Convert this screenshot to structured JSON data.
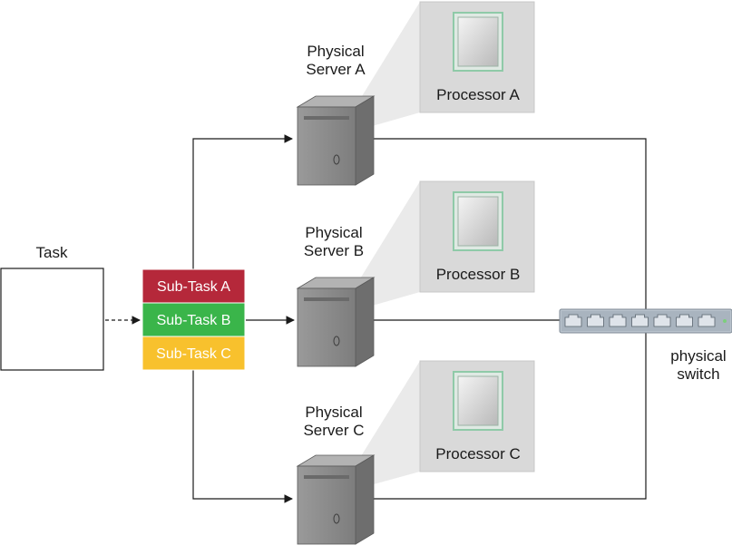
{
  "task": {
    "label": "Task"
  },
  "subtasks": [
    {
      "label": "Sub-Task A",
      "color": "#b5283a"
    },
    {
      "label": "Sub-Task B",
      "color": "#3ab54a"
    },
    {
      "label": "Sub-Task C",
      "color": "#f8c12d"
    }
  ],
  "servers": [
    {
      "name_line1": "Physical",
      "name_line2": "Server A",
      "processor": "Processor A"
    },
    {
      "name_line1": "Physical",
      "name_line2": "Server B",
      "processor": "Processor B"
    },
    {
      "name_line1": "Physical",
      "name_line2": "Server C",
      "processor": "Processor C"
    }
  ],
  "switch": {
    "label_line1": "physical",
    "label_line2": "switch"
  },
  "colors": {
    "line": "#1a1a1a",
    "server_body": "#8f8f8f",
    "panel": "#d9d9d9",
    "chip_border": "#8fcaa8"
  }
}
